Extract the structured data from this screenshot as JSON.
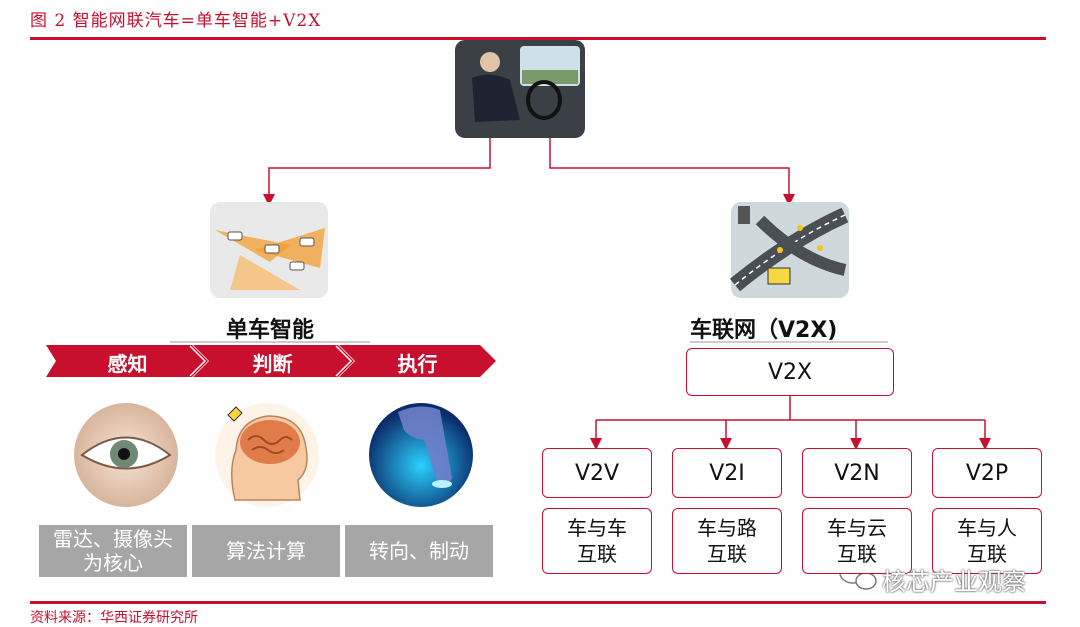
{
  "figure_title": "图 2   智能网联汽车=单车智能+V2X",
  "source": "资料来源：华西证券研究所",
  "left": {
    "heading": "单车智能",
    "steps": [
      "感知",
      "判断",
      "执行"
    ],
    "boxes": [
      "雷达、摄像头为核心",
      "算法计算",
      "转向、制动"
    ]
  },
  "right": {
    "heading": "车联网（V2X)",
    "root": "V2X",
    "children": [
      {
        "label": "V2V",
        "desc": "车与车互联"
      },
      {
        "label": "V2I",
        "desc": "车与路互联"
      },
      {
        "label": "V2N",
        "desc": "车与云互联"
      },
      {
        "label": "V2P",
        "desc": "车与人互联"
      }
    ]
  },
  "watermark": "核芯产业观察",
  "colors": {
    "accent": "#c8102e",
    "grey": "#a6a6a6"
  }
}
